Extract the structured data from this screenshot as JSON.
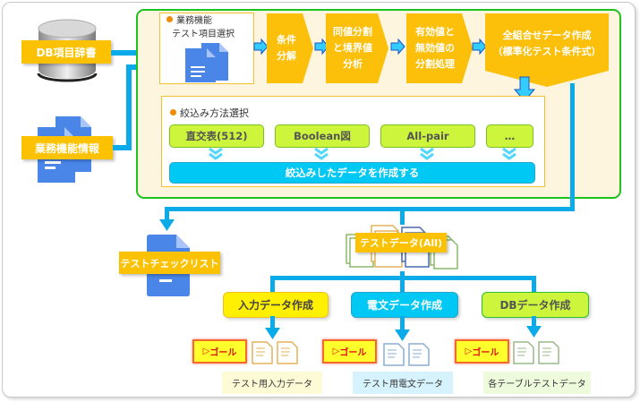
{
  "sources": {
    "db_dictionary": "DB項目辞書",
    "business_info": "業務機能情報"
  },
  "panel": {
    "selection_title_line1": "業務機能",
    "selection_title_line2": "テスト項目選択",
    "steps": [
      "条件\n分解",
      "同値分割\nと境界値\n分析",
      "有効値と\n無効値の\n分割処理",
      "全組合せデータ作成\n（標準化テスト条件式）"
    ],
    "narrowing": {
      "title": "絞込み方法選択",
      "methods": [
        "直交表(512)",
        "Boolean図",
        "All-pair",
        "…"
      ],
      "create_button": "絞込みしたデータを作成する"
    }
  },
  "outputs": {
    "checklist": "テストチェックリスト",
    "test_data_all": "テストデータ(All)",
    "branches": [
      {
        "button": "入力データ作成",
        "goal": "ゴール",
        "result": "テスト用入力データ",
        "color": "#ffff2c"
      },
      {
        "button": "電文データ作成",
        "goal": "ゴール",
        "result": "テスト用電文データ",
        "color": "#00c8f5"
      },
      {
        "button": "DBデータ作成",
        "goal": "ゴール",
        "result": "各テーブルテストデータ",
        "color": "#ccf53c"
      }
    ]
  },
  "colors": {
    "accent_blue": "#0aabe8",
    "tag_yellow": "#fcc100",
    "panel_green": "#1ec21e",
    "doc_blue": "#4a86e8"
  }
}
